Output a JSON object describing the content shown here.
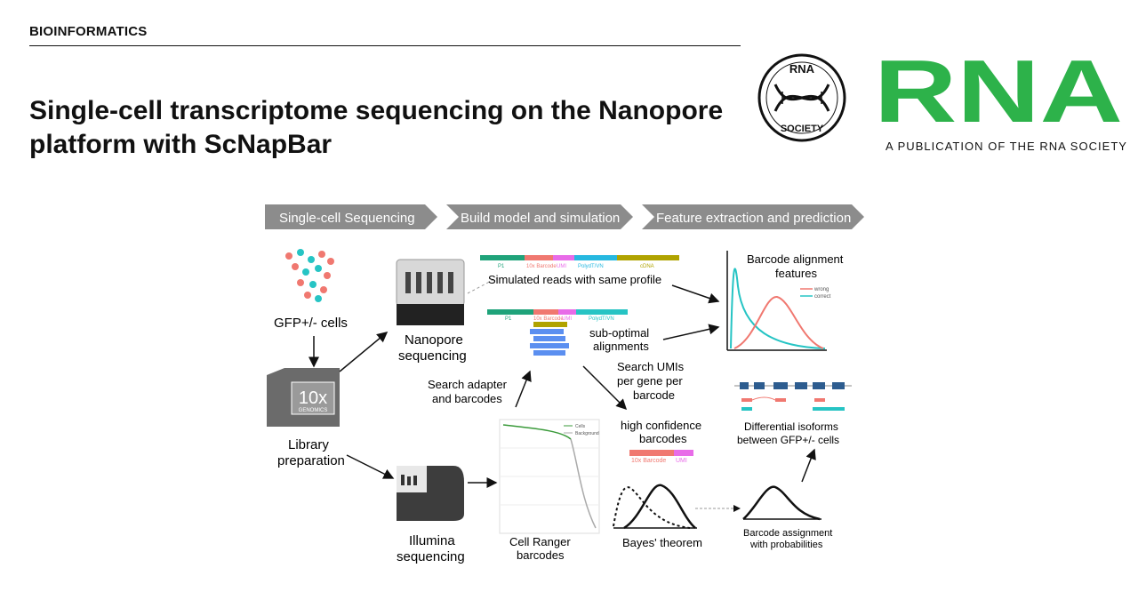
{
  "header": {
    "section": "BIOINFORMATICS",
    "title_line1": "Single-cell transcriptome sequencing on the Nanopore",
    "title_line2": "platform with ScNapBar"
  },
  "logo": {
    "seal_top": "RNA",
    "seal_bottom": "SOCIETY",
    "wordmark": "RNA",
    "tagline": "A PUBLICATION OF THE RNA SOCIETY",
    "brand_color": "#2db24a"
  },
  "figure": {
    "stages": [
      "Single-cell Sequencing",
      "Build model and simulation",
      "Feature extraction and prediction"
    ],
    "gfp_cells": "GFP+/- cells",
    "nanopore_1": "Nanopore",
    "nanopore_2": "sequencing",
    "tenx_text": "10x",
    "tenx_sub": "GENOMICS",
    "library_1": "Library",
    "library_2": "preparation",
    "illumina_1": "Illumina",
    "illumina_2": "sequencing",
    "cellranger_1": "Cell Ranger",
    "cellranger_2": "barcodes",
    "search_adapter_1": "Search adapter",
    "search_adapter_2": "and barcodes",
    "read_labels": [
      "P1",
      "10x Barcode",
      "UMI",
      "PolydT/VN",
      "cDNA"
    ],
    "read_labels2": [
      "P1",
      "10x Barcode",
      "UMI",
      "PolydT/VN"
    ],
    "simulated_reads": "Simulated reads with same profile",
    "suboptimal_1": "sub-optimal",
    "suboptimal_2": "alignments",
    "search_umis_1": "Search UMIs",
    "search_umis_2": "per gene per",
    "search_umis_3": "barcode",
    "high_conf_1": "high confidence",
    "high_conf_2": "barcodes",
    "hc_bar_labels": [
      "10x Barcode",
      "UMI"
    ],
    "bayes": "Bayes' theorem",
    "assign_1": "Barcode assignment",
    "assign_2": "with probabilities",
    "features_1": "Barcode alignment",
    "features_2": "features",
    "legend_wrong": "wrong",
    "legend_correct": "correct",
    "diff_1": "Differential isoforms",
    "diff_2": "between GFP+/- cells",
    "kneeplot_legend": [
      "Cells",
      "Background"
    ],
    "colors": {
      "arrow": "#8a8a8a",
      "green": "#1fa37a",
      "red": "#f07870",
      "teal": "#26c4c4",
      "magenta": "#e86be8",
      "blue": "#5b8ff0",
      "olive": "#b0a300"
    }
  }
}
